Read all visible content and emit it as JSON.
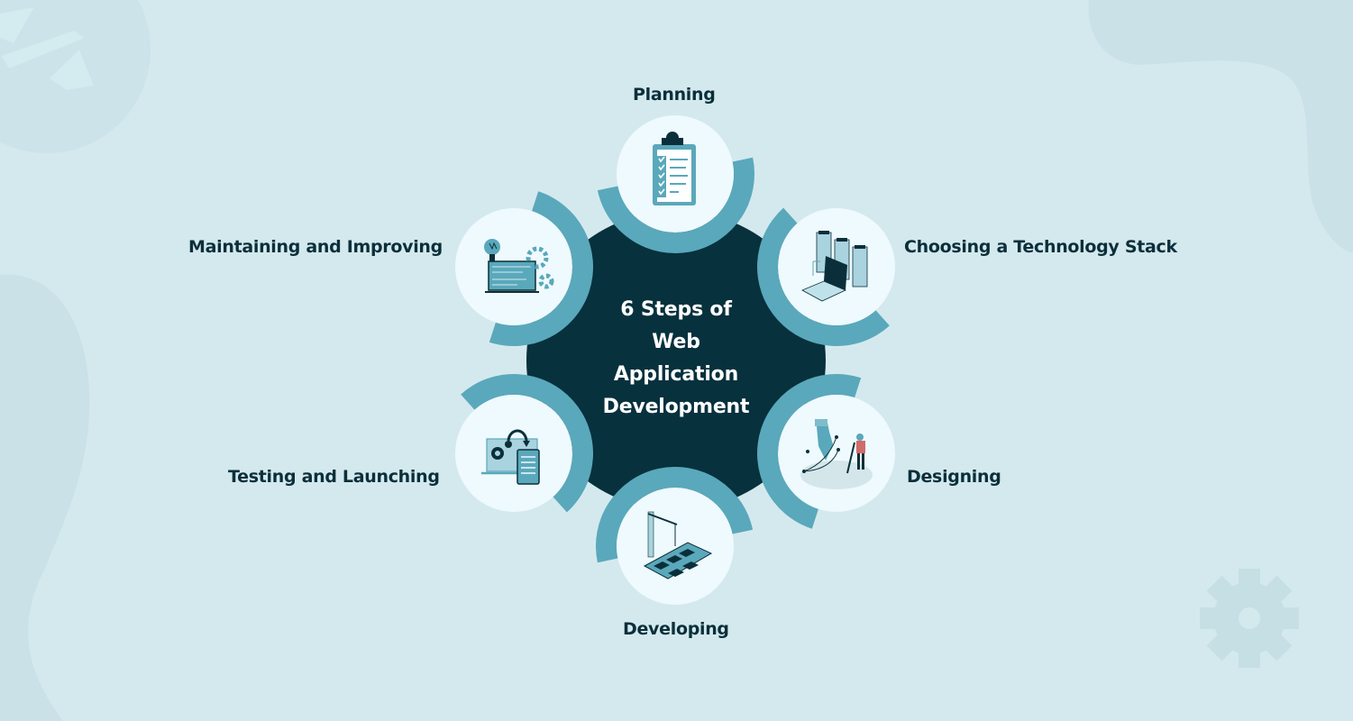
{
  "title": {
    "lines": [
      "6 Steps of",
      "Web",
      "Application",
      "Development"
    ]
  },
  "steps": [
    {
      "id": 1,
      "label": "Planning",
      "icon": "clipboard-checklist-icon",
      "position": "top"
    },
    {
      "id": 2,
      "label": "Choosing a Technology Stack",
      "icon": "servers-laptop-icon",
      "position": "upper-right"
    },
    {
      "id": 3,
      "label": "Designing",
      "icon": "pen-tool-designer-icon",
      "position": "lower-right"
    },
    {
      "id": 4,
      "label": "Developing",
      "icon": "crane-building-app-icon",
      "position": "bottom"
    },
    {
      "id": 5,
      "label": "Testing and Launching",
      "icon": "laptop-phone-gears-icon",
      "position": "lower-left"
    },
    {
      "id": 6,
      "label": "Maintaining and Improving",
      "icon": "lightbulb-laptop-gears-icon",
      "position": "upper-left"
    }
  ],
  "colors": {
    "background": "#d4e9ee",
    "background_shape": "#c9e1e7",
    "center_dark": "#07313d",
    "ring_teal": "#5aa8bb",
    "node_fill": "#eefafd",
    "label_text": "#0b2f3a",
    "center_text": "#ffffff"
  }
}
